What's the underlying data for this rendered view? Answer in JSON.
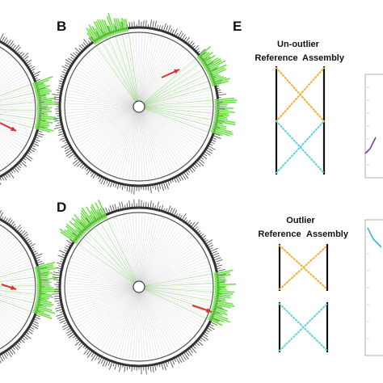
{
  "panel_letters": {
    "b": "B",
    "d": "D",
    "e": "E"
  },
  "upper_section": {
    "title": "Un-outlier",
    "left_label": "Reference",
    "right_label": "Assembly"
  },
  "lower_section": {
    "title": "Outlier",
    "left_label": "Reference",
    "right_label": "Assembly"
  },
  "colors": {
    "highlight_green": "#6fe04a",
    "dark_ring": "#333333",
    "chord_grey": "#9a9a9a",
    "arrow_red": "#d9342b",
    "dot_orange": "#f2b134",
    "dot_cyan": "#5fd3e0",
    "line_purple": "#7a3fa0",
    "line_cyan": "#2fb8d8"
  },
  "icons": [
    "red-arrow-icon",
    "center-circle-icon"
  ]
}
